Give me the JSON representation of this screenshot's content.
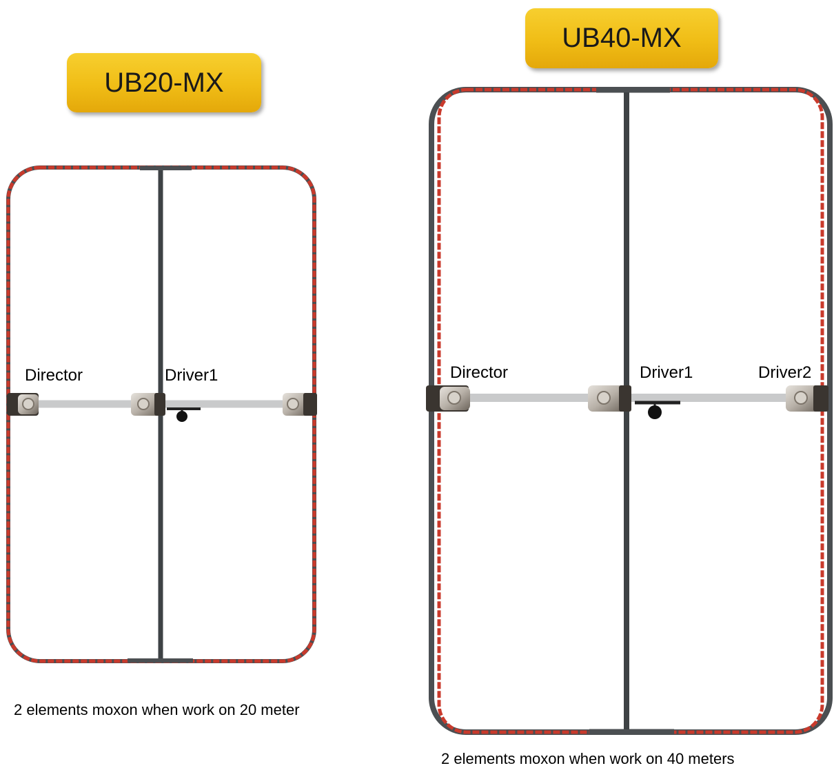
{
  "left_antenna": {
    "title": "UB20-MX",
    "labels": {
      "director": "Director",
      "driver1": "Driver1"
    },
    "caption": "2 elements moxon when work on 20 meter"
  },
  "right_antenna": {
    "title": "UB40-MX",
    "labels": {
      "director": "Director",
      "driver1": "Driver1",
      "driver2": "Driver2"
    },
    "caption": "2 elements moxon when work on 40 meters"
  },
  "colors": {
    "badge": "#f0bd16",
    "wire": "#c93a2c",
    "frame": "#4b4f52",
    "spreader": "#c9cacb",
    "hub": "#3a3530"
  }
}
